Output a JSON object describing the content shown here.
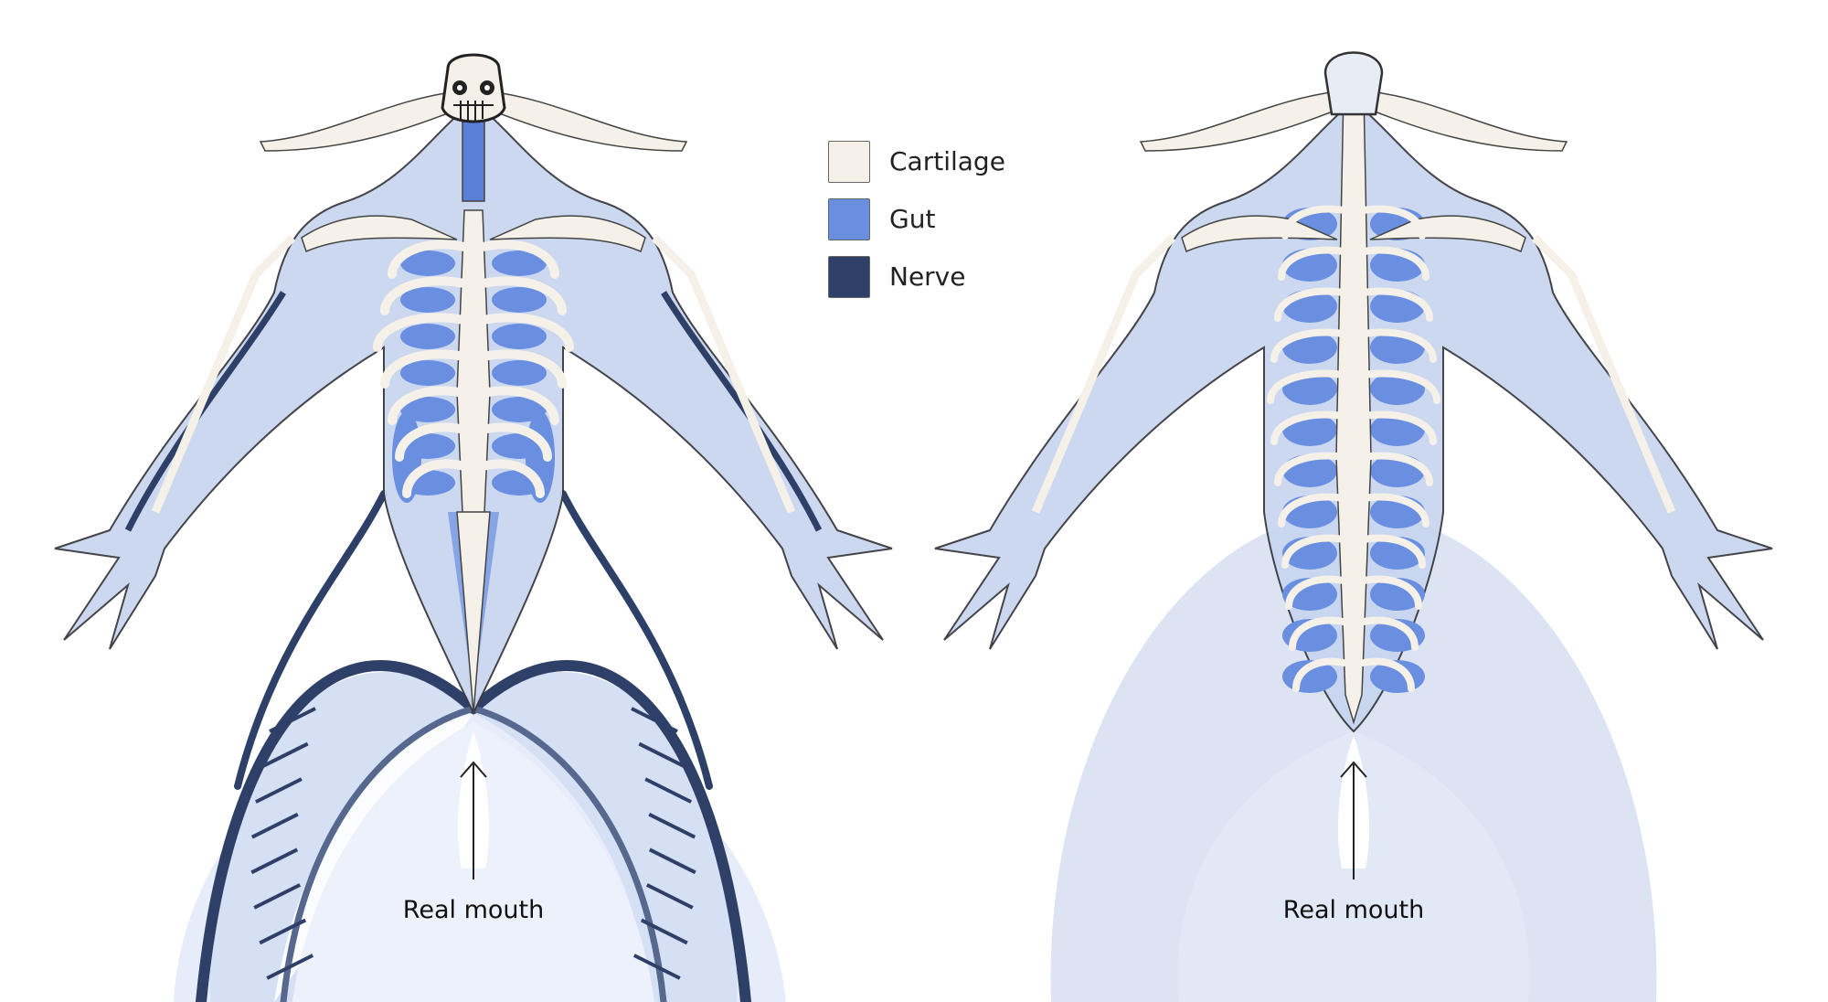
{
  "legend": [
    {
      "label": "Cartilage",
      "color": "#f5f1e8"
    },
    {
      "label": "Gut",
      "color": "#6a8fe0"
    },
    {
      "label": "Nerve",
      "color": "#2e4068"
    }
  ],
  "views": [
    {
      "name": "front",
      "caption": "Real mouth"
    },
    {
      "name": "back",
      "caption": "Real mouth"
    }
  ],
  "colors": {
    "skin": "#c9d6f0",
    "outline": "#3a3a40",
    "tail": "#dfe7f6"
  }
}
